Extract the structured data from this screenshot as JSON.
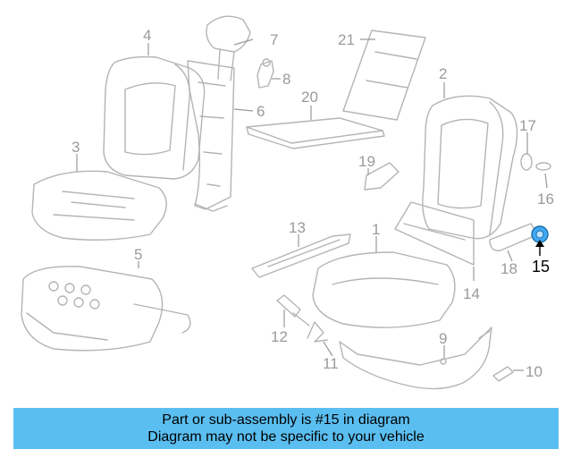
{
  "diagram": {
    "callouts": [
      "1",
      "2",
      "3",
      "4",
      "5",
      "6",
      "7",
      "8",
      "9",
      "10",
      "11",
      "12",
      "13",
      "14",
      "15",
      "16",
      "17",
      "18",
      "19",
      "20",
      "21"
    ],
    "highlighted_part": "15",
    "highlight_color": "#3fa9f5"
  },
  "banner": {
    "line1": "Part or sub-assembly is #15 in diagram",
    "line2": "Diagram may not be specific to your vehicle",
    "background": "#5bbef0"
  }
}
